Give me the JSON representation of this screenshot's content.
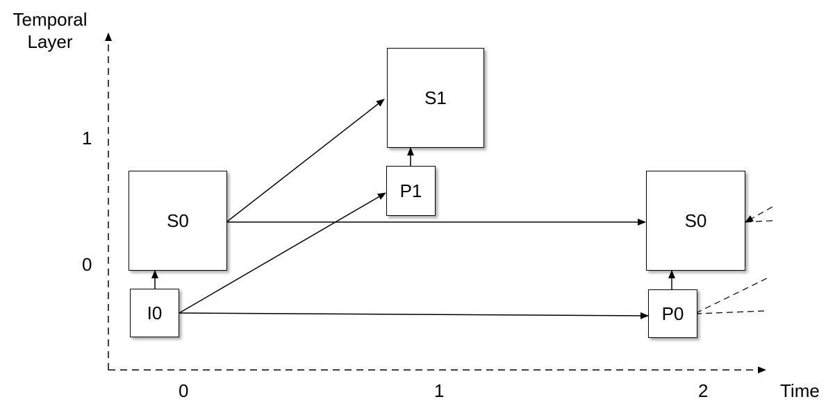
{
  "axes": {
    "y_title_line1": "Temporal",
    "y_title_line2": "Layer",
    "x_title": "Time",
    "y_ticks": [
      "1",
      "0"
    ],
    "x_ticks": [
      "0",
      "1",
      "2"
    ]
  },
  "frames": {
    "s1": "S1",
    "p1": "P1",
    "s0_left": "S0",
    "s0_right": "S0",
    "i0": "I0",
    "p0": "P0"
  }
}
